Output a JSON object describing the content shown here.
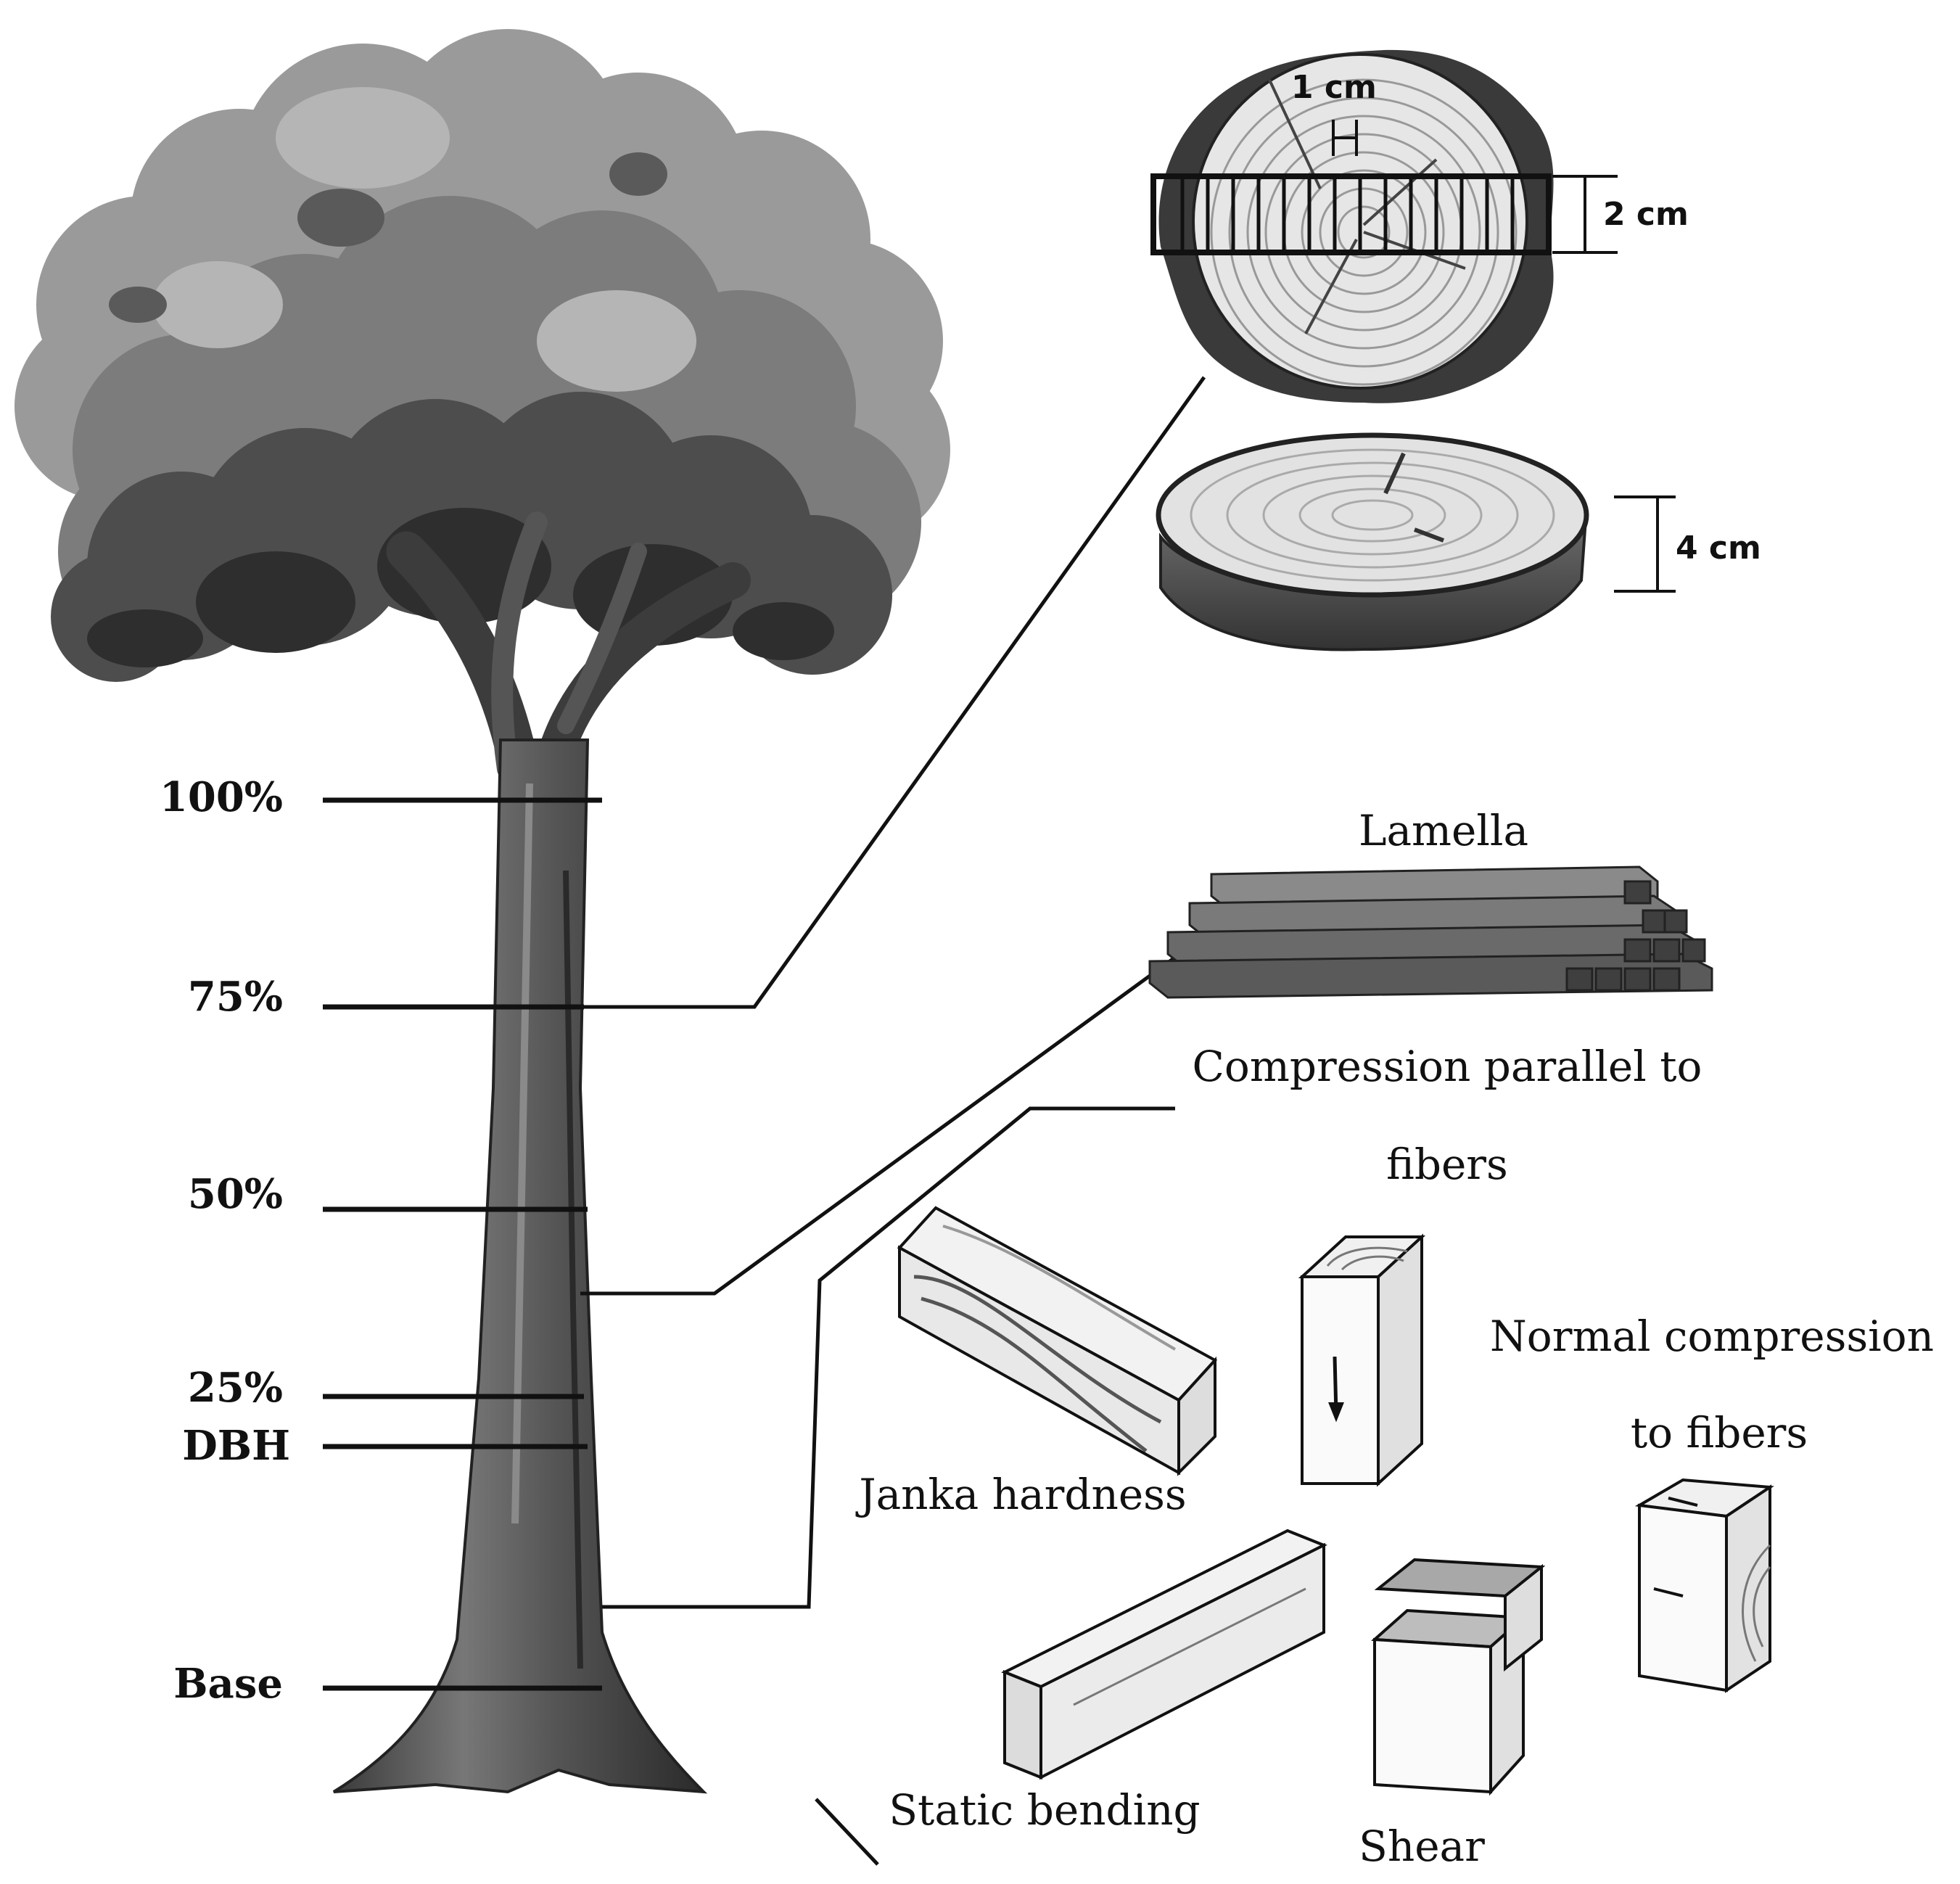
{
  "height_levels": [
    {
      "label": "100%"
    },
    {
      "label": "75%"
    },
    {
      "label": "50%"
    },
    {
      "label": "25%"
    },
    {
      "label": "DBH"
    },
    {
      "label": "Base"
    }
  ],
  "disc": {
    "ring_spacing": "1 cm",
    "strip_width": "2 cm",
    "disc_thickness": "4 cm"
  },
  "lamella": {
    "label": "Lamella"
  },
  "specimens": {
    "compression_parallel_line1": "Compression parallel to",
    "compression_parallel_line2": "fibers",
    "normal_compression_line1": "Normal compression",
    "normal_compression_line2": "to fibers",
    "janka": "Janka hardness",
    "static_bending": "Static bending",
    "shear": "Shear"
  }
}
